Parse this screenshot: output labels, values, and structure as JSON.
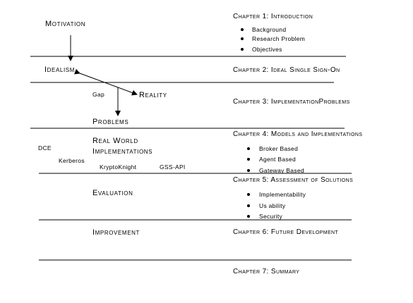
{
  "left": {
    "motivation": "Motivation",
    "idealism": "Idealism",
    "gap": "Gap",
    "reality": "Reality",
    "problems": "Problems",
    "real_world_1": "Real World",
    "real_world_2": "Implementations",
    "dce": "DCE",
    "kerberos": "Kerberos",
    "kryptoknight": "KryptoKnight",
    "gssapi": "GSS-API",
    "evaluation": "Evaluation",
    "improvement": "Improvement"
  },
  "chapters": [
    {
      "title": "Chapter 1: Introduction",
      "bullets": [
        "Background",
        "Research Problem",
        "Objectives"
      ]
    },
    {
      "title": "Chapter 2: Ideal Single Sign-On",
      "bullets": []
    },
    {
      "title": "Chapter 3: ImplementationProblems",
      "bullets": []
    },
    {
      "title": "Chapter 4: Models and Implementations",
      "bullets": [
        "Broker Based",
        "Agent Based",
        "Gateway Based"
      ]
    },
    {
      "title": "Chapter 5: Assessment of Solutions",
      "bullets": [
        "Implementability",
        "Us ability",
        "Security"
      ]
    },
    {
      "title": "Chapter 6: Future Development",
      "bullets": []
    },
    {
      "title": "Chapter 7: Summary",
      "bullets": []
    }
  ]
}
